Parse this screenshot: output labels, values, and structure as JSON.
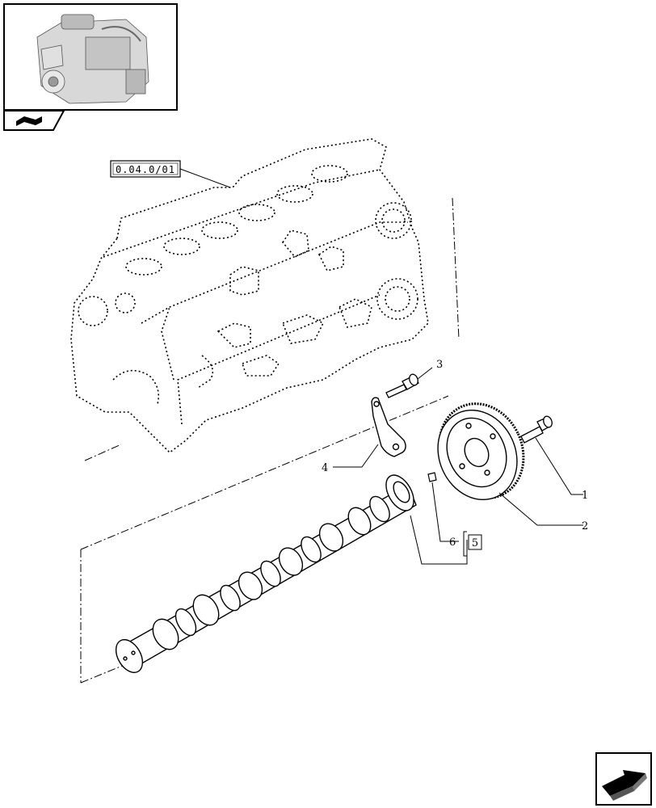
{
  "reference_label": "0.04.0/01",
  "callouts": {
    "c1": "1",
    "c2": "2",
    "c3": "3",
    "c4": "4",
    "c6": "6",
    "c5": "5"
  },
  "icons": {
    "thumbnail": "engine-thumbnail-icon",
    "section_tab": "book-tab-icon",
    "next_page": "next-page-arrow-icon"
  }
}
